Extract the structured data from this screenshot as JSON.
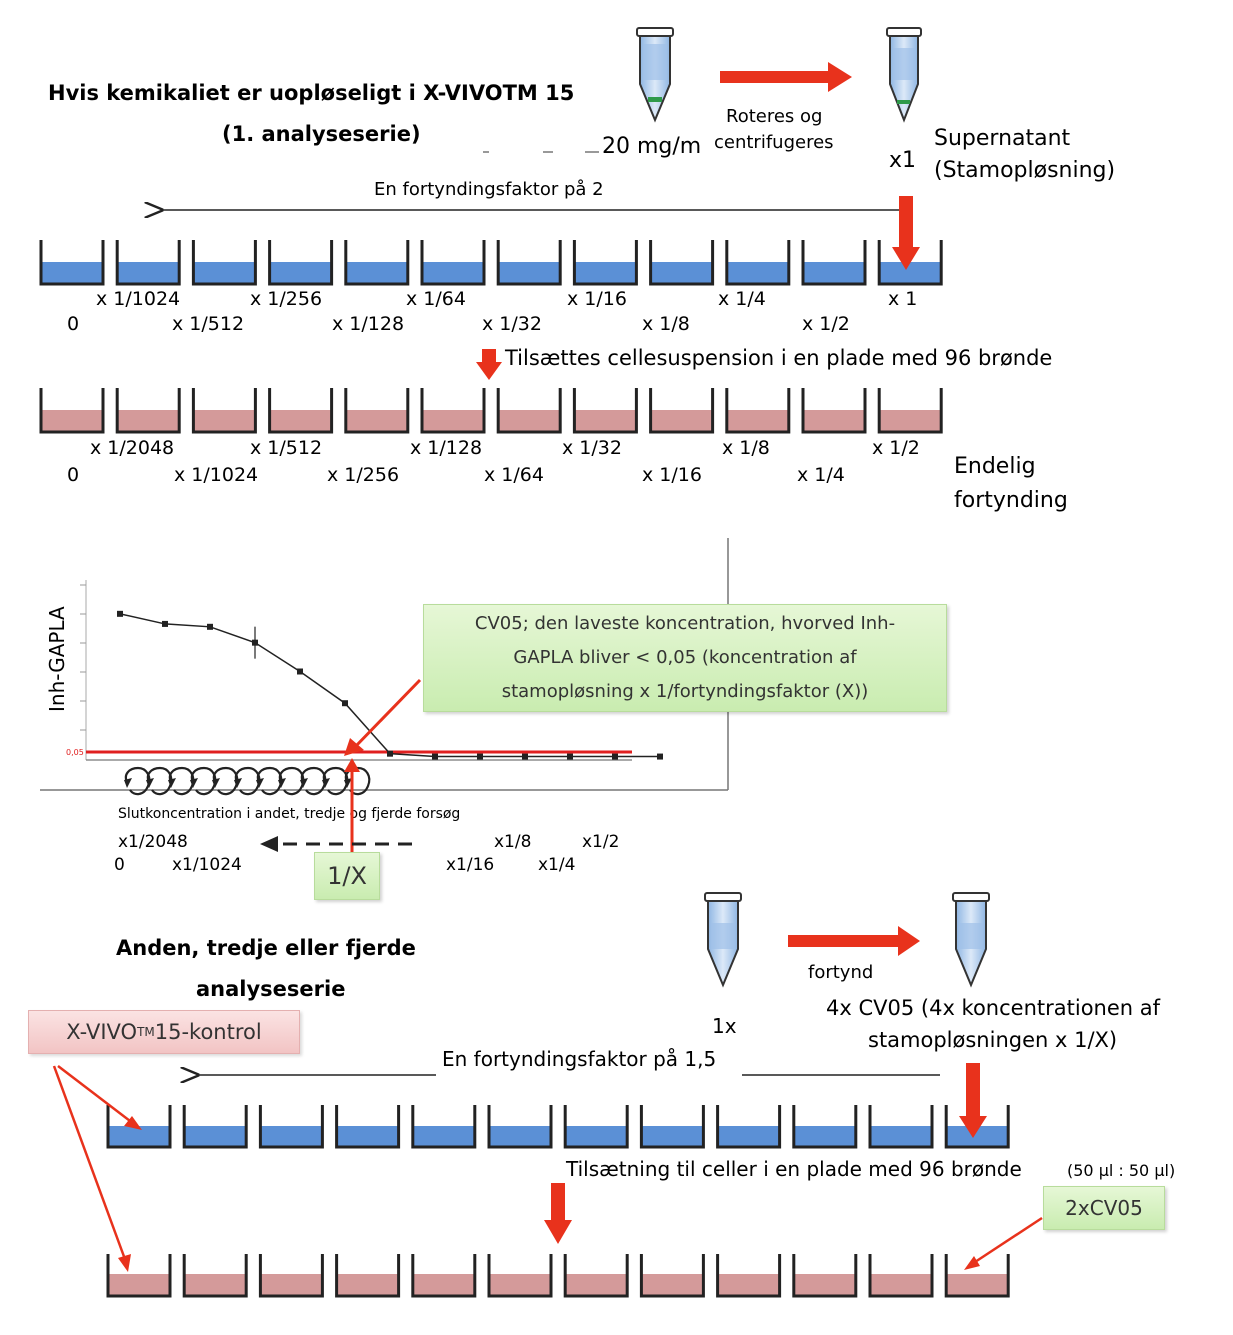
{
  "section1": {
    "title_line1": "Hvis kemikaliet er uopløseligt i X-VIVOTM 15",
    "title_line2": "(1. analyseserie)",
    "concentration_text": "20 mg/m",
    "rotate_label_line1": "Roteres og",
    "rotate_label_line2": "centrifugeres",
    "x1_label": "x1",
    "supernatant_line1": "Supernatant",
    "supernatant_line2": "(Stamopløsning)",
    "dilution_factor_text": "En fortyndingsfaktor på 2",
    "blue_top_labels": [
      "x 1/1024",
      "x 1/256",
      "x 1/64",
      "x 1/16",
      "x 1/4",
      "x 1"
    ],
    "blue_bottom_labels": [
      "0",
      "x 1/512",
      "x 1/128",
      "x 1/32",
      "x 1/8",
      "x 1/2"
    ],
    "add_cells_text": "Tilsættes cellesuspension i en plade med 96 brønde",
    "pink_top_labels": [
      "x 1/2048",
      "x 1/512",
      "x 1/128",
      "x 1/32",
      "x 1/8",
      "x 1/2"
    ],
    "pink_bottom_labels": [
      "0",
      "x 1/1024",
      "x 1/256",
      "x 1/64",
      "x 1/16",
      "x 1/4"
    ],
    "final_dilution_line1": "Endelig",
    "final_dilution_line2": "fortynding"
  },
  "chart": {
    "ylabel": "Inh-GAPLA",
    "threshold_label": "0,05",
    "caption": "Slutkoncentration  i andet, tredje  og fjerde  forsøg",
    "cv05_line1": "CV05; den laveste koncentration, hvorved Inh-",
    "cv05_line2": "GAPLA bliver < 0,05 (koncentration af",
    "cv05_line3": "stamopløsning  x 1/fortyndingsfaktor (X))",
    "scale_top_labels": [
      "x1/2048",
      "x1/8",
      "x1/2"
    ],
    "scale_bottom_labels": [
      "0",
      "x1/1024",
      "x1/16",
      "x1/4"
    ],
    "one_over_x": "1/X"
  },
  "chart_data": {
    "type": "line",
    "ylabel": "Inh-GAPLA",
    "threshold": 0.05,
    "y_note": "Relative Inh-GAPLA values per dilution step; y tick labels are unreadable",
    "values": [
      1.0,
      0.93,
      0.91,
      0.8,
      0.6,
      0.38,
      0.03,
      0.01,
      0.01,
      0.01,
      0.01,
      0.01,
      0.01
    ],
    "ylim": [
      0,
      1.2
    ]
  },
  "section2": {
    "title_line1": "Anden, tredje eller fjerde",
    "title_line2": "analyseserie",
    "control_label_main": "X-VIVO",
    "control_label_sup": "TM",
    "control_label_end": " 15-kontrol",
    "fortynd_label": "fortynd",
    "onex_label": "1x",
    "cv05_4x_line1": "4x CV05 (4x koncentrationen af",
    "cv05_4x_line2": "stamopløsningen x 1/X)",
    "dilution_factor_text": "En fortyndingsfaktor på 1,5",
    "add_cells_text": "Tilsætning til celler i en plade med 96 brønde",
    "add_cells_ratio": "(50 µl : 50 µl)",
    "twocv05": "2xCV05"
  },
  "colors": {
    "blue_liquid": "#5b90d6",
    "pink_liquid": "#d49a9a",
    "red_arrow": "#e8321c",
    "threshold_red": "#e02020",
    "green_callout": "#d7f2c2",
    "pink_callout": "#f6d2d2"
  }
}
